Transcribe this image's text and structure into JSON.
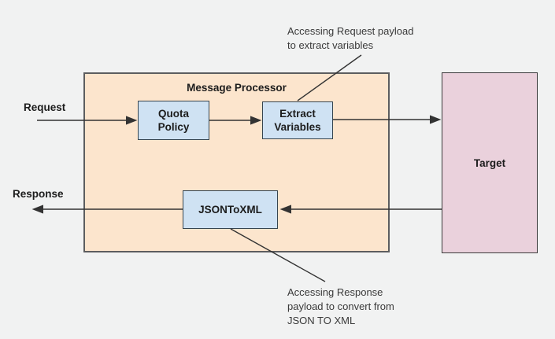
{
  "colors": {
    "canvas_bg": "#f1f2f2",
    "processor_fill": "#fce5cd",
    "processor_border": "#5d5d5f",
    "policy_fill": "#cfe2f3",
    "policy_border": "#36454f",
    "target_fill": "#ead1dc",
    "target_border": "#3a3a3a",
    "line_color": "#333333",
    "label_text": "#1c1c1c",
    "annotation_text": "#3a3a3a"
  },
  "diagram": {
    "processor": {
      "title": "Message Processor"
    },
    "nodes": {
      "quota_policy": "Quota\nPolicy",
      "extract_variables": "Extract\nVariables",
      "json_to_xml": "JSONToXML",
      "target": "Target"
    },
    "flow_labels": {
      "request": "Request",
      "response": "Response"
    },
    "annotations": {
      "request_payload": "Accessing Request payload\nto extract variables",
      "response_payload": "Accessing Response\npayload to convert from\nJSON TO XML"
    }
  }
}
